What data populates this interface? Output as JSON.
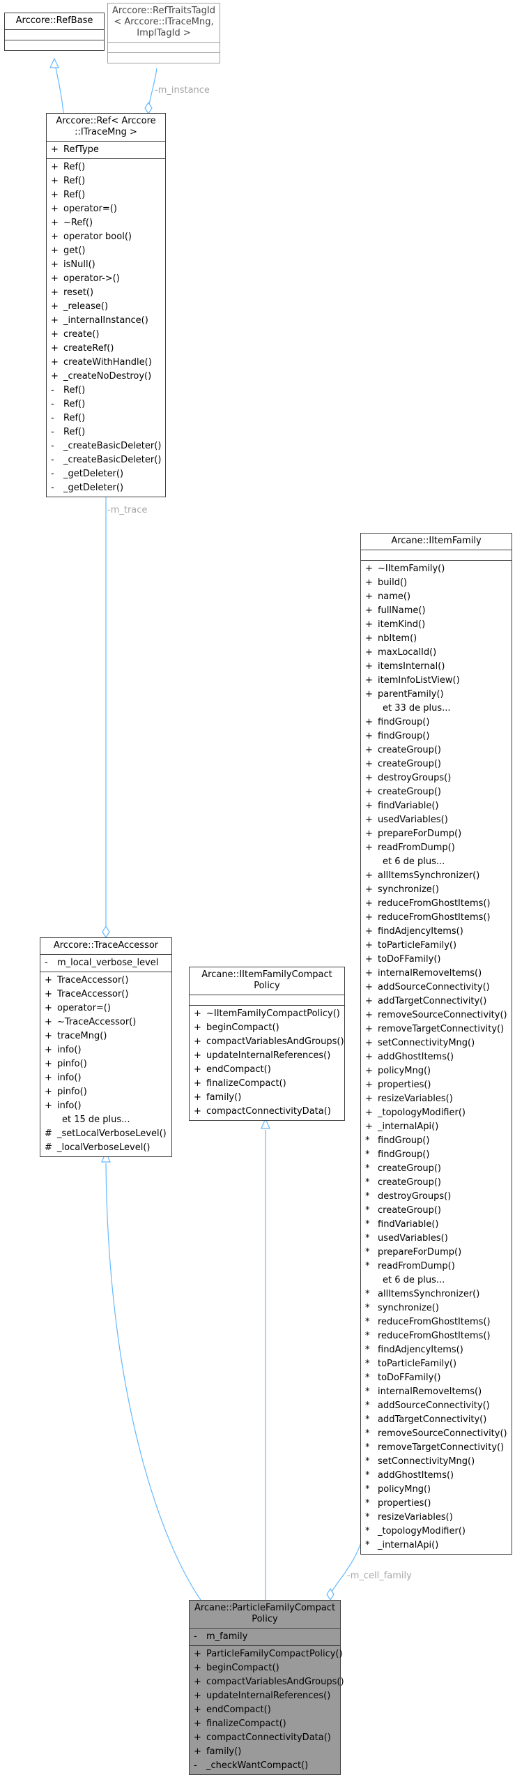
{
  "nodes": {
    "refbase": {
      "title": [
        "Arccore::RefBase"
      ]
    },
    "reftraits": {
      "title": [
        "Arccore::RefTraitsTagId",
        "< Arccore::ITraceMng,",
        "ImplTagId >"
      ]
    },
    "ref": {
      "title": [
        "Arccore::Ref< Arccore",
        "::ITraceMng >"
      ],
      "attrs": [
        {
          "v": "+",
          "t": "RefType"
        }
      ],
      "ops": [
        {
          "v": "+",
          "t": "Ref()"
        },
        {
          "v": "+",
          "t": "Ref()"
        },
        {
          "v": "+",
          "t": "Ref()"
        },
        {
          "v": "+",
          "t": "operator=()"
        },
        {
          "v": "+",
          "t": "~Ref()"
        },
        {
          "v": "+",
          "t": "operator bool()"
        },
        {
          "v": "+",
          "t": "get()"
        },
        {
          "v": "+",
          "t": "isNull()"
        },
        {
          "v": "+",
          "t": "operator->()"
        },
        {
          "v": "+",
          "t": "reset()"
        },
        {
          "v": "+",
          "t": "_release()"
        },
        {
          "v": "+",
          "t": "_internalInstance()"
        },
        {
          "v": "+",
          "t": "create()"
        },
        {
          "v": "+",
          "t": "createRef()"
        },
        {
          "v": "+",
          "t": "createWithHandle()"
        },
        {
          "v": "+",
          "t": "_createNoDestroy()"
        },
        {
          "v": "-",
          "t": "Ref()"
        },
        {
          "v": "-",
          "t": "Ref()"
        },
        {
          "v": "-",
          "t": "Ref()"
        },
        {
          "v": "-",
          "t": "Ref()"
        },
        {
          "v": "-",
          "t": "_createBasicDeleter()"
        },
        {
          "v": "-",
          "t": "_createBasicDeleter()"
        },
        {
          "v": "-",
          "t": "_getDeleter()"
        },
        {
          "v": "-",
          "t": "_getDeleter()"
        }
      ]
    },
    "trace": {
      "title": [
        "Arccore::TraceAccessor"
      ],
      "attrs": [
        {
          "v": "-",
          "t": "m_local_verbose_level"
        }
      ],
      "ops": [
        {
          "v": "+",
          "t": "TraceAccessor()"
        },
        {
          "v": "+",
          "t": "TraceAccessor()"
        },
        {
          "v": "+",
          "t": "operator=()"
        },
        {
          "v": "+",
          "t": "~TraceAccessor()"
        },
        {
          "v": "+",
          "t": "traceMng()"
        },
        {
          "v": "+",
          "t": "info()"
        },
        {
          "v": "+",
          "t": "pinfo()"
        },
        {
          "v": "+",
          "t": "info()"
        },
        {
          "v": "+",
          "t": "pinfo()"
        },
        {
          "v": "+",
          "t": "info()"
        },
        {
          "v": "",
          "t": "et 15 de plus..."
        },
        {
          "v": "#",
          "t": "_setLocalVerboseLevel()"
        },
        {
          "v": "#",
          "t": "_localVerboseLevel()"
        }
      ]
    },
    "compactpolicy": {
      "title": [
        "Arcane::IItemFamilyCompact",
        "Policy"
      ],
      "ops": [
        {
          "v": "+",
          "t": "~IItemFamilyCompactPolicy()"
        },
        {
          "v": "+",
          "t": "beginCompact()"
        },
        {
          "v": "+",
          "t": "compactVariablesAndGroups()"
        },
        {
          "v": "+",
          "t": "updateInternalReferences()"
        },
        {
          "v": "+",
          "t": "endCompact()"
        },
        {
          "v": "+",
          "t": "finalizeCompact()"
        },
        {
          "v": "+",
          "t": "family()"
        },
        {
          "v": "+",
          "t": "compactConnectivityData()"
        }
      ]
    },
    "itemfamily": {
      "title": [
        "Arcane::IItemFamily"
      ],
      "ops": [
        {
          "v": "+",
          "t": "~IItemFamily()"
        },
        {
          "v": "+",
          "t": "build()"
        },
        {
          "v": "+",
          "t": "name()"
        },
        {
          "v": "+",
          "t": "fullName()"
        },
        {
          "v": "+",
          "t": "itemKind()"
        },
        {
          "v": "+",
          "t": "nbItem()"
        },
        {
          "v": "+",
          "t": "maxLocalId()"
        },
        {
          "v": "+",
          "t": "itemsInternal()"
        },
        {
          "v": "+",
          "t": "itemInfoListView()"
        },
        {
          "v": "+",
          "t": "parentFamily()"
        },
        {
          "v": "",
          "t": "et 33 de plus..."
        },
        {
          "v": "+",
          "t": "findGroup()"
        },
        {
          "v": "+",
          "t": "findGroup()"
        },
        {
          "v": "+",
          "t": "createGroup()"
        },
        {
          "v": "+",
          "t": "createGroup()"
        },
        {
          "v": "+",
          "t": "destroyGroups()"
        },
        {
          "v": "+",
          "t": "createGroup()"
        },
        {
          "v": "+",
          "t": "findVariable()"
        },
        {
          "v": "+",
          "t": "usedVariables()"
        },
        {
          "v": "+",
          "t": "prepareForDump()"
        },
        {
          "v": "+",
          "t": "readFromDump()"
        },
        {
          "v": "",
          "t": "et 6 de plus..."
        },
        {
          "v": "+",
          "t": "allItemsSynchronizer()"
        },
        {
          "v": "+",
          "t": "synchronize()"
        },
        {
          "v": "+",
          "t": "reduceFromGhostItems()"
        },
        {
          "v": "+",
          "t": "reduceFromGhostItems()"
        },
        {
          "v": "+",
          "t": "findAdjencyItems()"
        },
        {
          "v": "+",
          "t": "toParticleFamily()"
        },
        {
          "v": "+",
          "t": "toDoFFamily()"
        },
        {
          "v": "+",
          "t": "internalRemoveItems()"
        },
        {
          "v": "+",
          "t": "addSourceConnectivity()"
        },
        {
          "v": "+",
          "t": "addTargetConnectivity()"
        },
        {
          "v": "+",
          "t": "removeSourceConnectivity()"
        },
        {
          "v": "+",
          "t": "removeTargetConnectivity()"
        },
        {
          "v": "+",
          "t": "setConnectivityMng()"
        },
        {
          "v": "+",
          "t": "addGhostItems()"
        },
        {
          "v": "+",
          "t": "policyMng()"
        },
        {
          "v": "+",
          "t": "properties()"
        },
        {
          "v": "+",
          "t": "resizeVariables()"
        },
        {
          "v": "+",
          "t": "_topologyModifier()"
        },
        {
          "v": "+",
          "t": "_internalApi()"
        },
        {
          "v": "*",
          "t": "findGroup()"
        },
        {
          "v": "*",
          "t": "findGroup()"
        },
        {
          "v": "*",
          "t": "createGroup()"
        },
        {
          "v": "*",
          "t": "createGroup()"
        },
        {
          "v": "*",
          "t": "destroyGroups()"
        },
        {
          "v": "*",
          "t": "createGroup()"
        },
        {
          "v": "*",
          "t": "findVariable()"
        },
        {
          "v": "*",
          "t": "usedVariables()"
        },
        {
          "v": "*",
          "t": "prepareForDump()"
        },
        {
          "v": "*",
          "t": "readFromDump()"
        },
        {
          "v": "",
          "t": "et 6 de plus..."
        },
        {
          "v": "*",
          "t": "allItemsSynchronizer()"
        },
        {
          "v": "*",
          "t": "synchronize()"
        },
        {
          "v": "*",
          "t": "reduceFromGhostItems()"
        },
        {
          "v": "*",
          "t": "reduceFromGhostItems()"
        },
        {
          "v": "*",
          "t": "findAdjencyItems()"
        },
        {
          "v": "*",
          "t": "toParticleFamily()"
        },
        {
          "v": "*",
          "t": "toDoFFamily()"
        },
        {
          "v": "*",
          "t": "internalRemoveItems()"
        },
        {
          "v": "*",
          "t": "addSourceConnectivity()"
        },
        {
          "v": "*",
          "t": "addTargetConnectivity()"
        },
        {
          "v": "*",
          "t": "removeSourceConnectivity()"
        },
        {
          "v": "*",
          "t": "removeTargetConnectivity()"
        },
        {
          "v": "*",
          "t": "setConnectivityMng()"
        },
        {
          "v": "*",
          "t": "addGhostItems()"
        },
        {
          "v": "*",
          "t": "policyMng()"
        },
        {
          "v": "*",
          "t": "properties()"
        },
        {
          "v": "*",
          "t": "resizeVariables()"
        },
        {
          "v": "*",
          "t": "_topologyModifier()"
        },
        {
          "v": "*",
          "t": "_internalApi()"
        }
      ]
    },
    "particle": {
      "title": [
        "Arcane::ParticleFamilyCompact",
        "Policy"
      ],
      "attrs": [
        {
          "v": "-",
          "t": "m_family"
        }
      ],
      "ops": [
        {
          "v": "+",
          "t": "ParticleFamilyCompactPolicy()"
        },
        {
          "v": "+",
          "t": "beginCompact()"
        },
        {
          "v": "+",
          "t": "compactVariablesAndGroups()"
        },
        {
          "v": "+",
          "t": "updateInternalReferences()"
        },
        {
          "v": "+",
          "t": "endCompact()"
        },
        {
          "v": "+",
          "t": "finalizeCompact()"
        },
        {
          "v": "+",
          "t": "compactConnectivityData()"
        },
        {
          "v": "+",
          "t": "family()"
        },
        {
          "v": "-",
          "t": "_checkWantCompact()"
        }
      ]
    }
  },
  "edge_labels": {
    "m_instance": "-m_instance",
    "m_trace": "-m_trace",
    "m_cell_family": "-m_cell_family"
  },
  "colors": {
    "edge": "#63b8ff",
    "focus_fill": "#9a9a9a",
    "label": "#a6a6a6"
  }
}
